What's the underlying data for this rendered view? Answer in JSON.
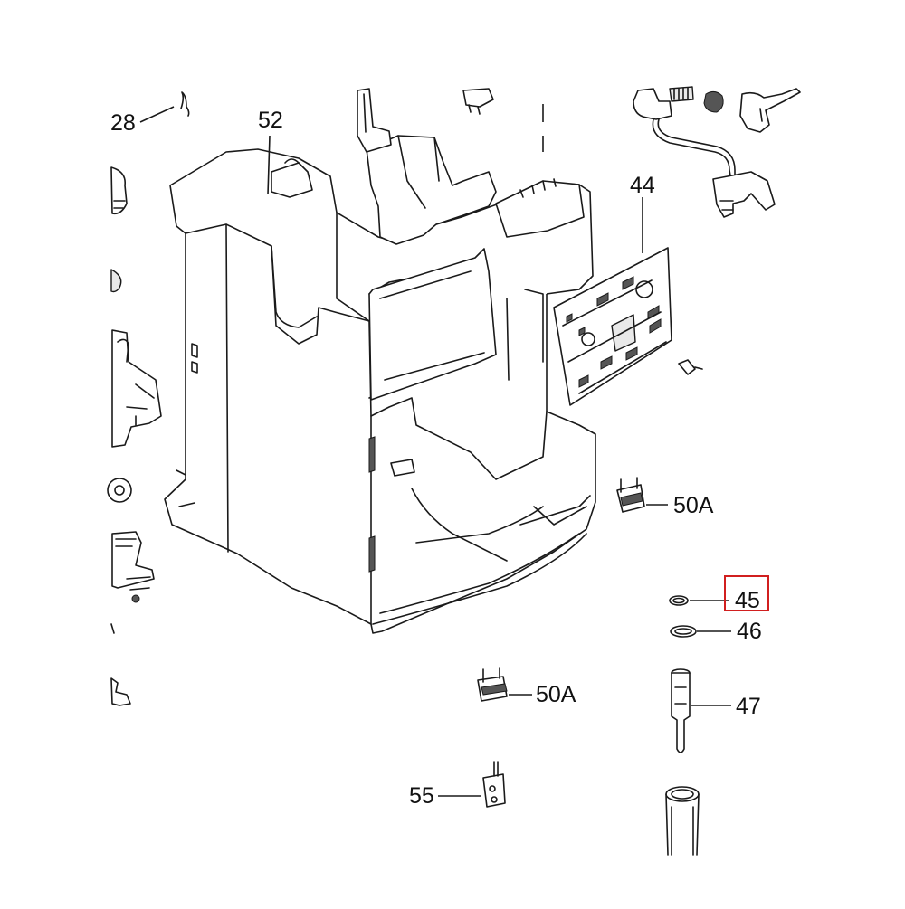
{
  "callouts": {
    "c28": "28",
    "c52": "52",
    "c44": "44",
    "c50a_top": "50A",
    "c45": "45",
    "c46": "46",
    "c50a_bottom": "50A",
    "c47": "47",
    "c55": "55"
  },
  "highlight": {
    "target": "45",
    "color": "#d11f1f"
  }
}
